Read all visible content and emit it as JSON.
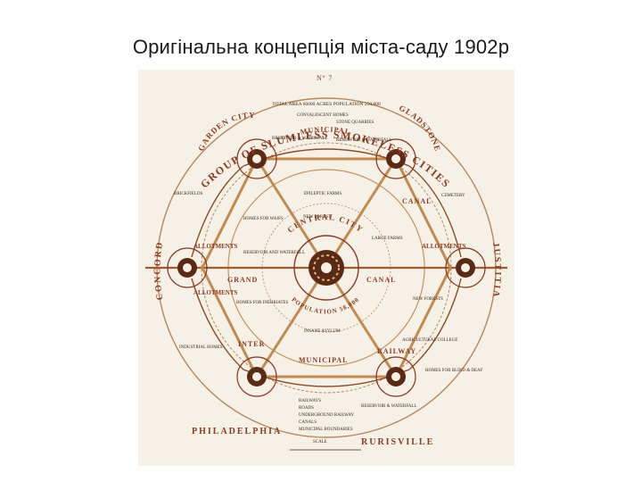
{
  "slide": {
    "title": "Оригінальна концепція міста-саду 1902р"
  },
  "diagram": {
    "number": "Nº 7",
    "heading": "GROUP OF SLUMLESS SMOKELESS CITIES",
    "subheading": "TOTAL AREA 66000 ACRES  POPULATION 250,000",
    "city_names": [
      "GARDEN CITY",
      "GLADSTONE",
      "CONCORD",
      "PHILADELPHIA",
      "RURISVILLE",
      "JUSTITIA"
    ],
    "central_city": "CENTRAL CITY",
    "central_population": "POPULATION 58,000",
    "ring_labels": [
      "MUNICIPAL",
      "MUNICIPAL",
      "INTER",
      "GRAND",
      "CANAL",
      "CANAL",
      "RAILWAY",
      "ALLOTMENTS",
      "ALLOTMENTS",
      "ALLOTMENTS"
    ],
    "small_labels": [
      "CONVALESCENT HOMES",
      "STONE QUARRIES",
      "RESERVOIR & WATERFALL",
      "RESERVOIR & WATERFALL",
      "BRICKFIELDS",
      "CEMETERY",
      "EPILEPTIC FARMS",
      "NEW FOREST",
      "HOMES FOR WAIFS",
      "LARGE FARMS",
      "RESERVOIR AND WATERFALL",
      "HOMES FOR INEBRIATES",
      "INSANE ASYLUM",
      "INDUSTRIAL HOMES",
      "AGRICULTURAL COLLEGE",
      "HOMES FOR BLIND & DEAF",
      "NEW FORESTS",
      "RESERVOIR & WATERFALL"
    ],
    "legend_items": [
      "RAILWAYS",
      "ROADS",
      "UNDERGROUND RAILWAY",
      "CANALS",
      "MUNICIPAL BOUNDARIES",
      "SCALE"
    ]
  }
}
